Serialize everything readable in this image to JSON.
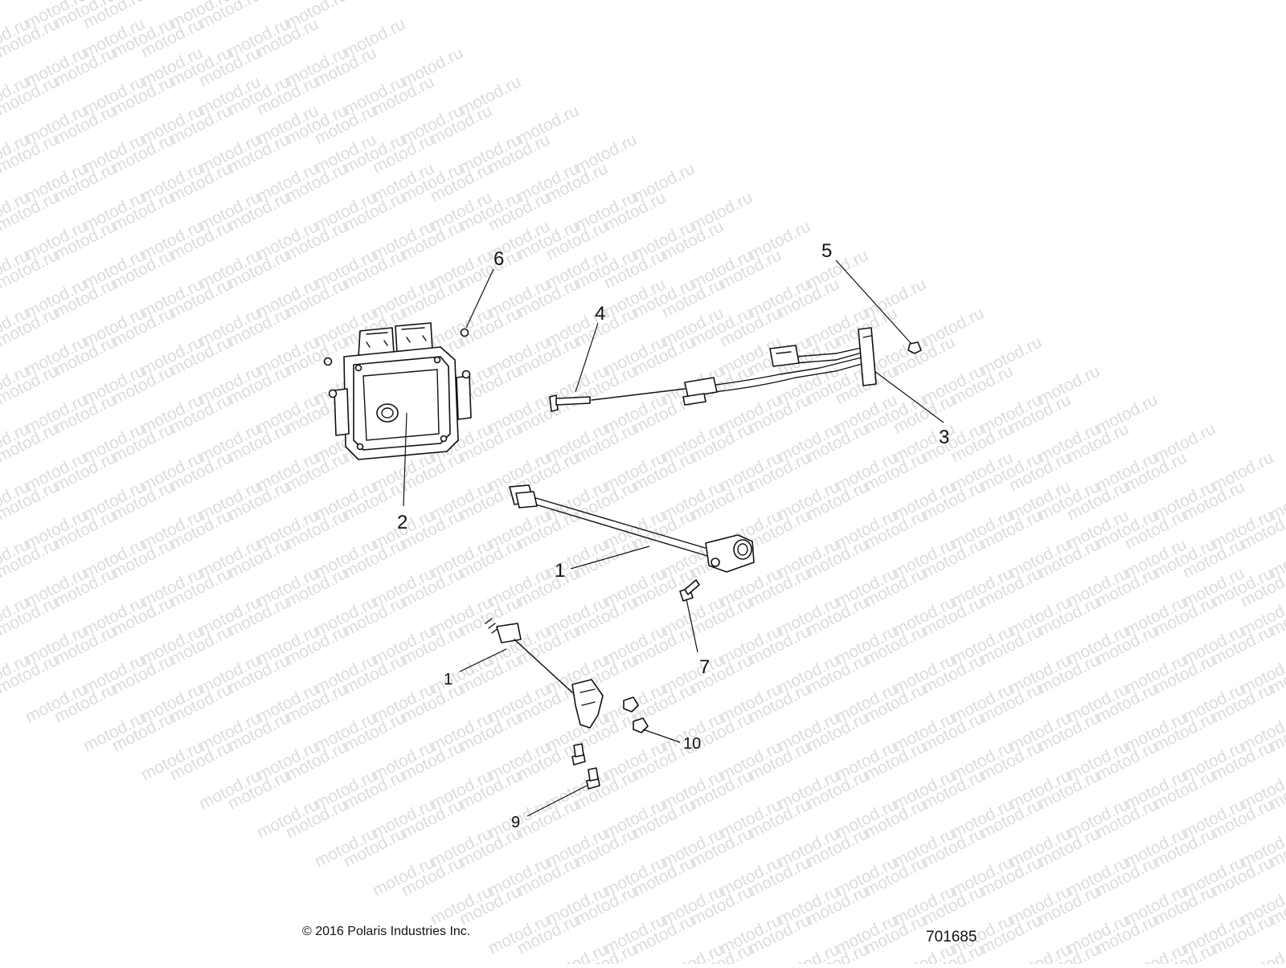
{
  "watermark": {
    "text": "motod.ru",
    "color": "#dcdcdc"
  },
  "callouts": {
    "ecu": "2",
    "ecu_screws": "6",
    "bolt": "4",
    "harness": "3",
    "harness_nut": "5",
    "sensor_upper": "1",
    "sensor_upper_bolt": "7",
    "sensor_lower": "1",
    "lower_bolts": "9",
    "lower_nuts": "10"
  },
  "footer": {
    "copyright": "© 2016 Polaris Industries Inc.",
    "diagram_id": "701685"
  }
}
